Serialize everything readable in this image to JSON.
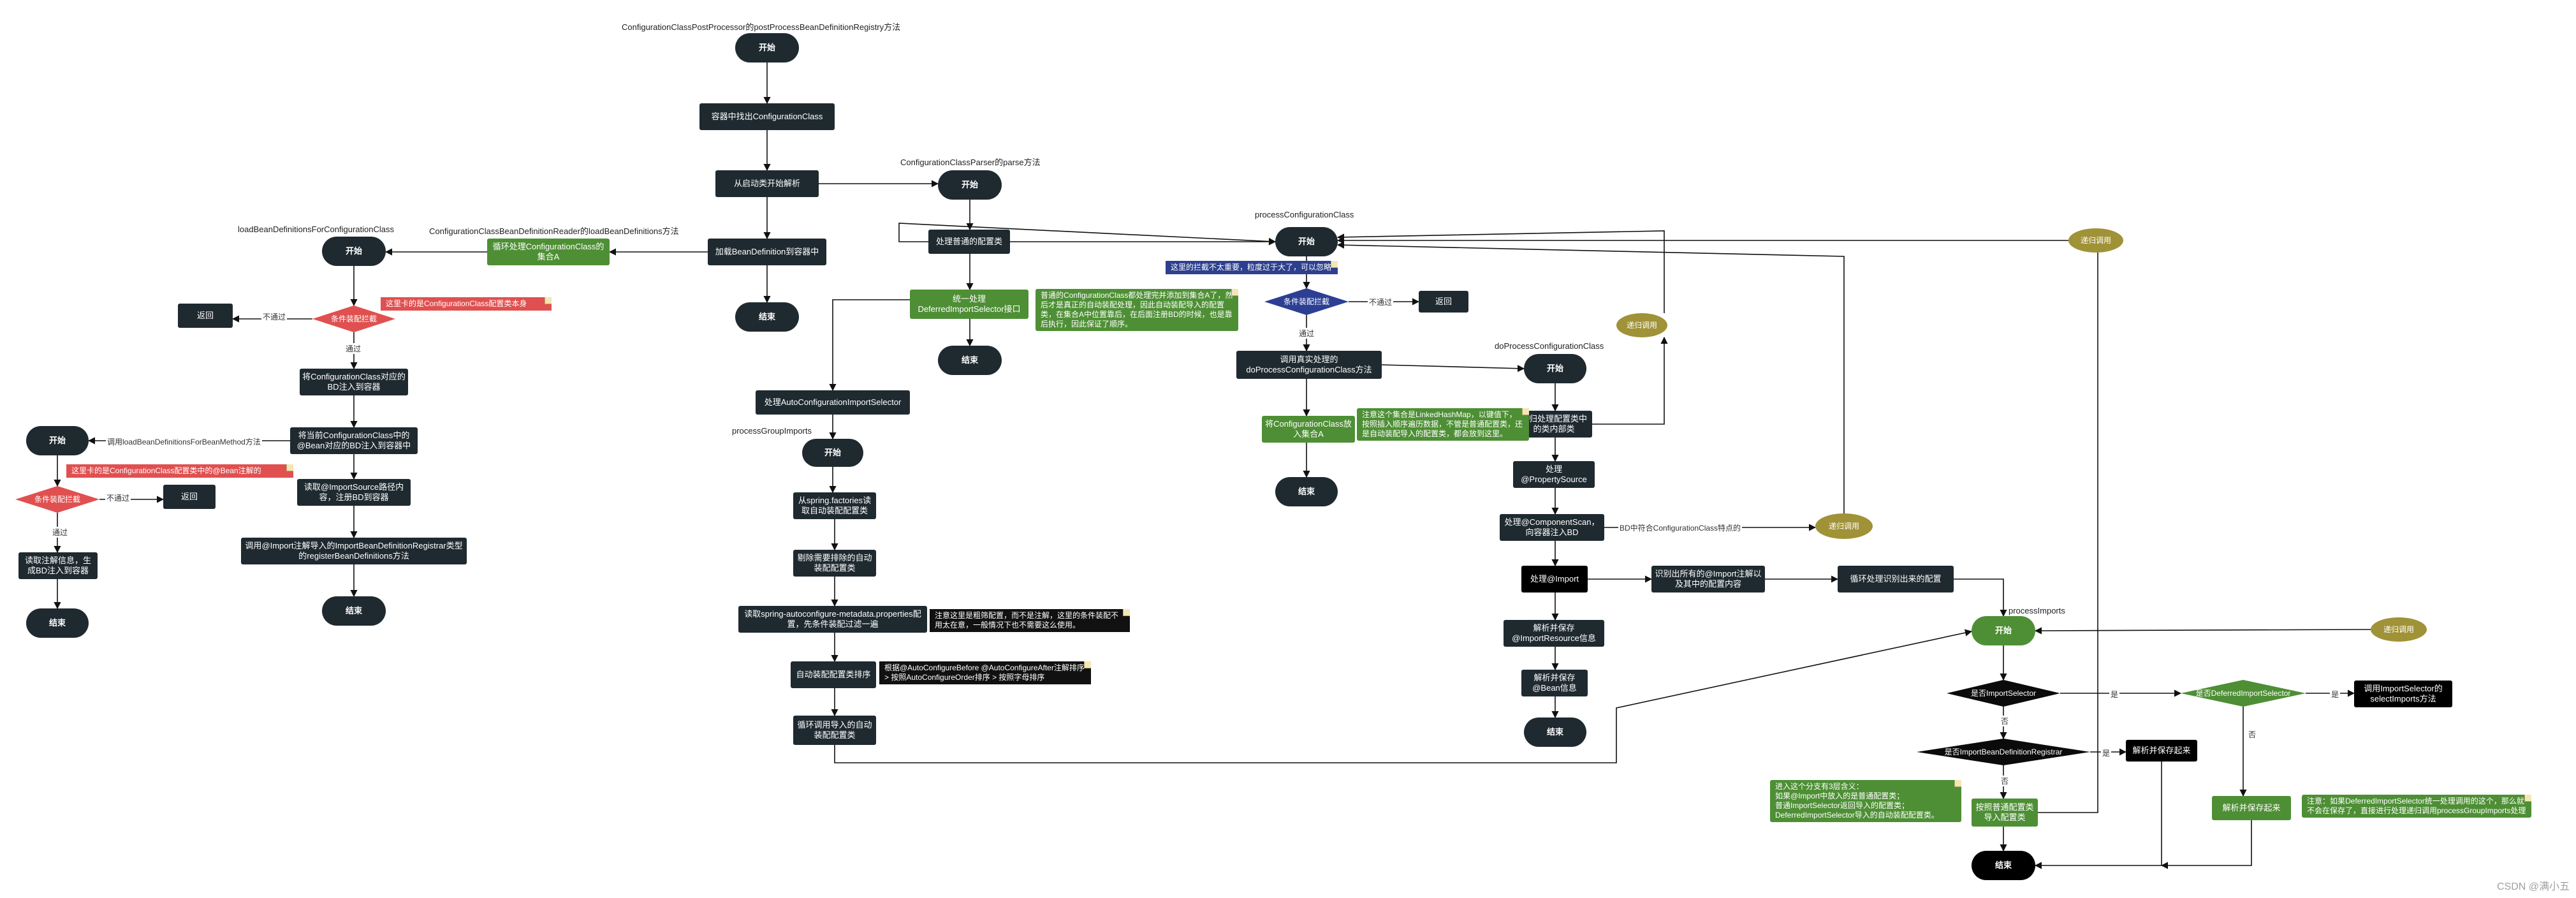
{
  "section_titles": {
    "postprocess": "ConfigurationClassPostProcessor的postProcessBeanDefinitionRegistry方法",
    "parser": "ConfigurationClassParser的parse方法",
    "process_cc": "processConfigurationClass",
    "do_process": "doProcessConfigurationClass",
    "reader": "ConfigurationClassBeanDefinitionReader的loadBeanDefinitions方法",
    "load_for_cc": "loadBeanDefinitionsForConfigurationClass",
    "group_imports": "processGroupImports",
    "process_imports": "processImports"
  },
  "nodes": {
    "n_start_main": "开始",
    "n_find_cc": "容器中找出ConfigurationClass",
    "n_parse_boot": "从启动类开始解析",
    "n_load_bd": "加载BeanDefinition到容器中",
    "n_end_main": "结束",
    "n_loop_cc": "循环处理ConfigurationClass的集合A",
    "n_start_parse": "开始",
    "n_handle_normal": "处理普通的配置类",
    "n_unified_deferred": "统一处理DeferredImportSelector接口",
    "n_end_parse": "结束",
    "n_handle_auto": "处理AutoConfigurationImportSelector",
    "n_start_group": "开始",
    "n_spring_factories": "从spring.factories读取自动装配配置类",
    "n_remove_excl": "剔除需要排除的自动装配配置类",
    "n_read_meta": "读取spring-autoconfigure-metadata.properties配置，先条件装配过滤一遍",
    "n_sort_auto": "自动装配配置类排序",
    "n_loop_import": "循环调用导入的自动装配配置类",
    "n_start_pcc": "开始",
    "n_cond_pcc": "条件装配拦截",
    "n_return_pcc": "返回",
    "n_call_do": "调用真实处理的doProcessConfigurationClass方法",
    "n_put_a": "将ConfigurationClass放入集合A",
    "n_end_pcc": "结束",
    "n_start_do": "开始",
    "n_recurse_inner": "递归处理配置类中的类内部类",
    "n_property_source": "处理@PropertySource",
    "n_component_scan": "处理@ComponentScan，向容器注入BD",
    "n_handle_import": "处理@Import",
    "n_parse_import_res": "解析并保存@ImportResource信息",
    "n_parse_bean": "解析并保存@Bean信息",
    "n_end_do": "结束",
    "n_identify_import": "识别出所有的@Import注解以及其中的配置内容",
    "n_loop_identified": "循环处理识别出来的配置",
    "n_start_pi": "开始",
    "n_is_selector": "是否ImportSelector",
    "n_is_deferred": "是否DeferredImportSelector",
    "n_call_select": "调用ImportSelector的selectImports方法",
    "n_is_registrar": "是否ImportBeanDefinitionRegistrar",
    "n_parse_save": "解析并保存起来",
    "n_parse_save_deferred": "解析并保存起来",
    "n_as_config": "按照普通配置类导入配置类",
    "n_end_pi": "结束",
    "n_start_load": "开始",
    "n_cond_load": "条件装配拦截",
    "n_return_load": "返回",
    "n_reg_cc": "将ConfigurationClass对应的BD注入到容器",
    "n_reg_bean_methods": "将当前ConfigurationClass中的@Bean对应的BD注入到容器中",
    "n_read_import_src": "读取@ImportSource路径内容，注册BD到容器",
    "n_call_registrar": "调用@Import注解导入的ImportBeanDefinitionRegistrar类型的registerBeanDefinitions方法",
    "n_end_load": "结束",
    "n_start_bm": "开始",
    "n_cond_bm": "条件装配拦截",
    "n_return_bm": "返回",
    "n_read_annot": "读取注解信息，生成BD注入到容器",
    "n_end_bm": "结束",
    "n_rec1": "递归调用",
    "n_rec2": "递归调用",
    "n_rec3": "递归调用",
    "n_rec4": "递归调用"
  },
  "notes": {
    "note_cc_set": "这里卡的是ConfigurationClass配置类本身",
    "note_bean_method": "这里卡的是ConfigurationClass配置类中的@Bean注解的",
    "note_normal": "普通的ConfigurationClass都处理完并添加到集合A了，然后才是真正的自动装配处理，因此自动装配导入的配置类，在集合A中位置靠后，在后面注册BD的时候，也是靠后执行，因此保证了顺序。",
    "note_intercept": "这里的拦截不太重要，粒度过于大了，可以忽略",
    "note_linked": "注意这个集合是LinkedHashMap，以键值下，按照插入顺序遍历数据，不管是普通配置类，还是自动装配导入的配置类，都会放到这里。",
    "note_filter": "注意这里是粗筛配置，而不是注解，这里的条件装配不用太在意，一般情况下也不需要这么使用。",
    "note_sort": "根据@AutoConfigureBefore @AutoConfigureAfter注解排序 > 按照AutoConfigureOrder排序 > 按照字母排序",
    "note_branches": "进入这个分支有3层含义：\n如果@Import中放入的是普通配置类；\n普通ImportSelector返回导入的配置类；\nDeferredImportSelector导入的自动装配配置类。",
    "note_deferred": "注意：如果DeferredImportSelector统一处理调用的这个，那么就不会在保存了，直接进行处理递归调用processGroupImports处理"
  },
  "edge_labels": {
    "e_notpass1": "不通过",
    "e_pass1": "通过",
    "e_notpass2": "不通过",
    "e_pass2": "通过",
    "e_notpass3": "不通过",
    "e_pass3": "通过",
    "e_call_bm": "调用loadBeanDefinitionsForBeanMethod方法",
    "e_bd_match": "BD中符合ConfigurationClass特点的",
    "e_yes1": "是",
    "e_no1": "否",
    "e_yes2": "是",
    "e_no2": "否",
    "e_yes3": "是",
    "e_no3": "否"
  },
  "colors": {
    "dark": "#1f2a30",
    "green": "#4e8f35",
    "red": "#e05050",
    "navy": "#2c3f94",
    "olive": "#a09237"
  },
  "watermark": "CSDN @满小五"
}
